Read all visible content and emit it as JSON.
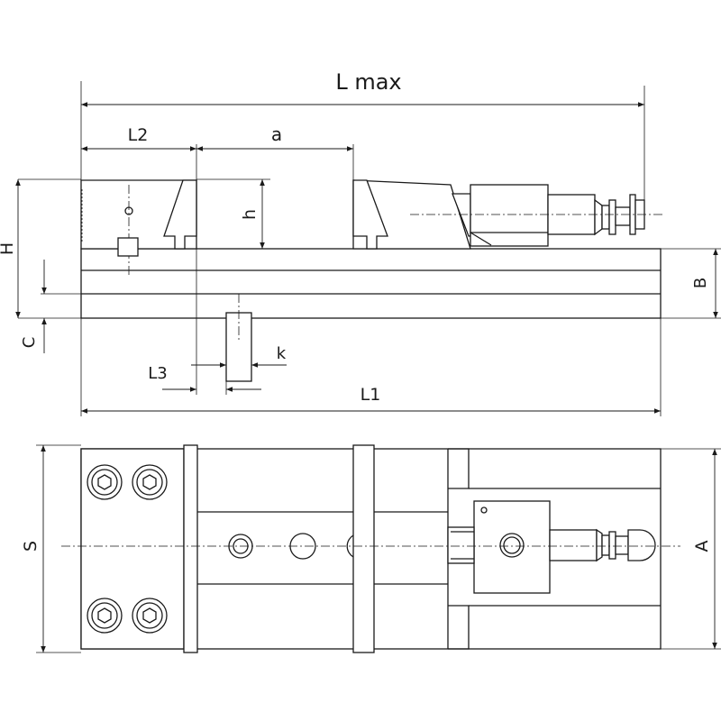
{
  "dimensions": {
    "l_max": "L max",
    "l2": "L2",
    "a": "a",
    "h_upper": "H",
    "h_lower": "h",
    "b": "B",
    "c": "C",
    "l3": "L3",
    "k": "k",
    "l1": "L1",
    "s": "S",
    "a_upper": "A"
  },
  "colors": {
    "line": "#1a1a1a",
    "background": "#ffffff"
  }
}
